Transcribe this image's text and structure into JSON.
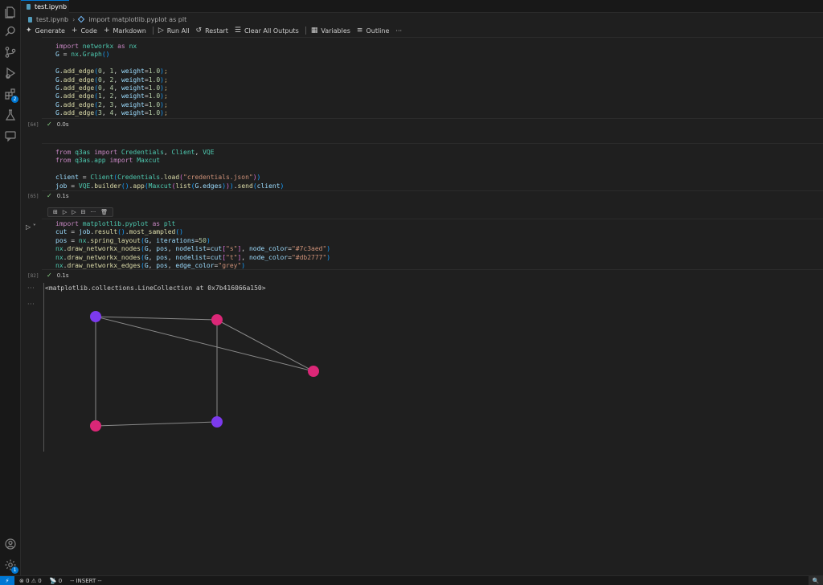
{
  "tab": {
    "label": "test.ipynb"
  },
  "breadcrumb": {
    "file": "test.ipynb",
    "cell": "import matplotlib.pyplot as plt"
  },
  "toolbar": {
    "generate": "Generate",
    "code": "Code",
    "markdown": "Markdown",
    "run_all": "Run All",
    "restart": "Restart",
    "clear_outputs": "Clear All Outputs",
    "variables": "Variables",
    "outline": "Outline",
    "more": "···"
  },
  "activity": {
    "extensions_badge": "2",
    "settings_badge": "1"
  },
  "cells": [
    {
      "exec_count": "[64]",
      "status_time": "0.0s"
    },
    {
      "exec_count": "[65]",
      "status_time": "0.1s"
    },
    {
      "exec_count": "[82]",
      "status_time": "0.1s"
    }
  ],
  "output": {
    "text": "<matplotlib.collections.LineCollection at 0x7b416066a150>",
    "dots": "···"
  },
  "graph": {
    "nodes": [
      {
        "id": 0,
        "color": "#7c3aed"
      },
      {
        "id": 1,
        "color": "#db2777"
      },
      {
        "id": 2,
        "color": "#db2777"
      },
      {
        "id": 3,
        "color": "#7c3aed"
      },
      {
        "id": 4,
        "color": "#db2777"
      }
    ],
    "edges": [
      [
        0,
        1
      ],
      [
        0,
        2
      ],
      [
        0,
        4
      ],
      [
        1,
        2
      ],
      [
        2,
        3
      ],
      [
        3,
        4
      ]
    ],
    "edge_color": "grey"
  },
  "statusbar": {
    "errors": "0",
    "warnings": "0",
    "ports": "0",
    "mode": "-- INSERT --"
  }
}
